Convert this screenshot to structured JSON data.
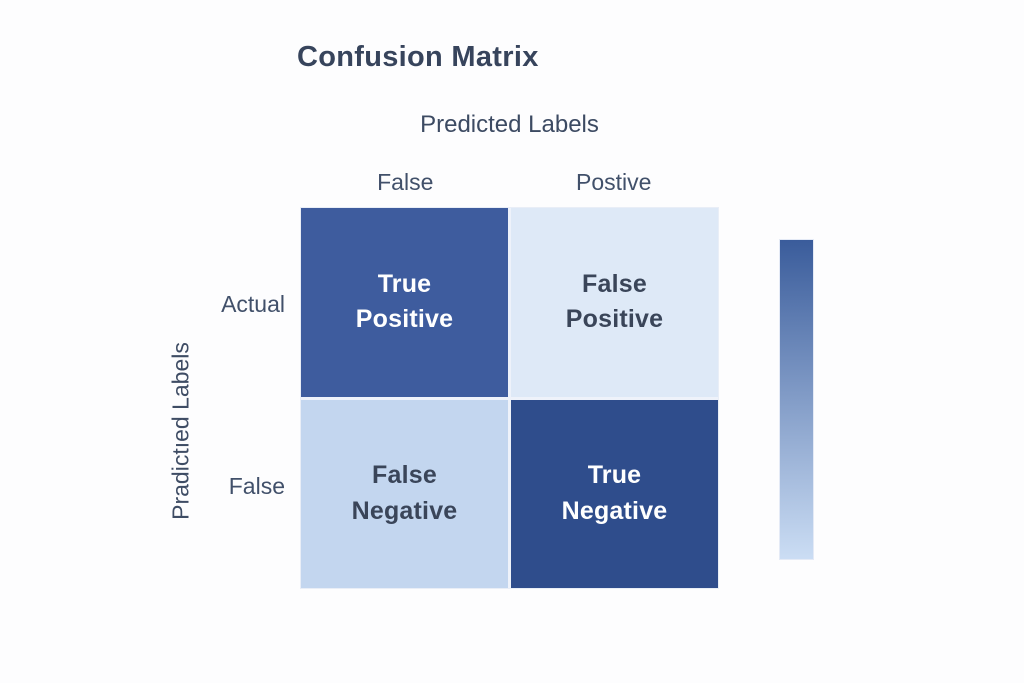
{
  "title": "Confusion Matrix",
  "x_axis": {
    "label": "Predicted Labels",
    "columns": [
      "False",
      "Postive"
    ]
  },
  "y_axis": {
    "label": "Pradictıed Labels",
    "rows": [
      "Actual",
      "False"
    ]
  },
  "matrix": {
    "cells": [
      {
        "line1": "True",
        "line2": "Positive",
        "bg": "#3E5C9E",
        "fg": "#FFFFFF"
      },
      {
        "line1": "False",
        "line2": "Positive",
        "bg": "#DEE9F7",
        "fg": "#3A4559"
      },
      {
        "line1": "False",
        "line2": "Negative",
        "bg": "#C3D6EF",
        "fg": "#3A4559"
      },
      {
        "line1": "True",
        "line2": "Negative",
        "bg": "#2F4D8C",
        "fg": "#FFFFFF"
      }
    ]
  },
  "colorbar": {
    "top_color": "#3A5C9B",
    "bottom_color": "#CBDDF4"
  },
  "colors": {
    "background": "#FDFDFE",
    "title_text": "#37445C",
    "label_text": "#41506A",
    "grid_line": "#EEF2FA"
  },
  "chart_data": {
    "type": "heatmap",
    "title": "Confusion Matrix",
    "x_axis_label": "Predicted Labels",
    "y_axis_label": "Pradictıed Labels",
    "x_categories": [
      "False",
      "Postive"
    ],
    "y_categories": [
      "Actual",
      "False"
    ],
    "cells": [
      [
        "True Positive",
        "False Positive"
      ],
      [
        "False Negative",
        "True Negative"
      ]
    ],
    "cell_colors": [
      [
        "#3E5C9E",
        "#DEE9F7"
      ],
      [
        "#C3D6EF",
        "#2F4D8C"
      ]
    ],
    "values_shown": false,
    "grid": false,
    "legend_position": "right",
    "colorbar_gradient": [
      "#3A5C9B",
      "#CBDDF4"
    ]
  }
}
